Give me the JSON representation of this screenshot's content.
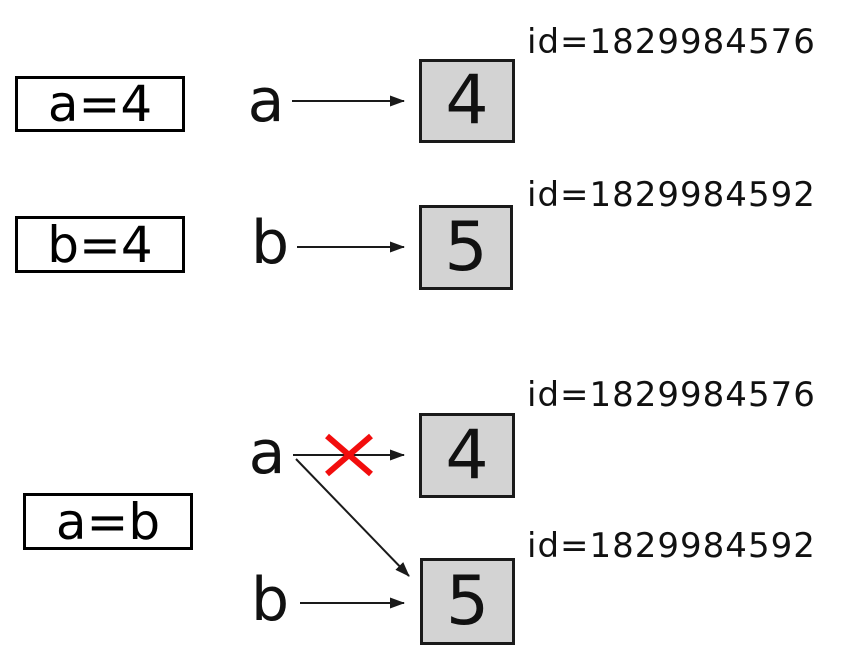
{
  "colors": {
    "background": "#ffffff",
    "memory_box_fill": "#d3d3d3",
    "memory_box_border": "#1a1a1a",
    "code_box_border": "#000000",
    "line": "#1a1a1a",
    "cross_red": "#f20d0d"
  },
  "step1": {
    "code": "a=4",
    "variable": "a",
    "object": {
      "value": "4",
      "id_label": "id=1829984576"
    }
  },
  "step2": {
    "code": "b=4",
    "variable": "b",
    "object": {
      "value": "5",
      "id_label": "id=1829984592"
    }
  },
  "step3": {
    "code": "a=b",
    "variable_a": "a",
    "variable_b": "b",
    "object_a": {
      "value": "4",
      "id_label": "id=1829984576"
    },
    "object_b": {
      "value": "5",
      "id_label": "id=1829984592"
    }
  }
}
